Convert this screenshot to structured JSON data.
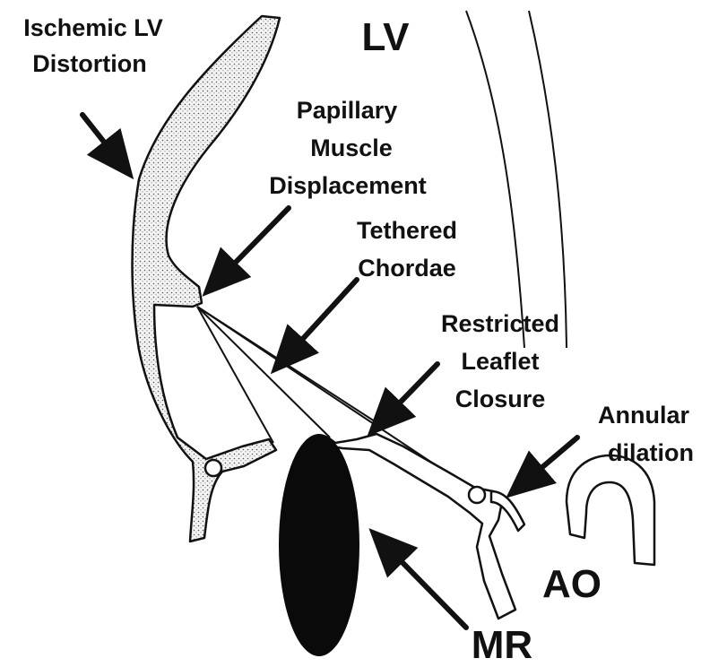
{
  "labels": {
    "lv": "LV",
    "ischemic_line1": "Ischemic LV",
    "ischemic_line2": "Distortion",
    "papillary_line1": "Papillary",
    "papillary_line2": "Muscle",
    "papillary_line3": "Displacement",
    "tethered_line1": "Tethered",
    "tethered_line2": "Chordae",
    "restricted_line1": "Restricted",
    "restricted_line2": "Leaflet",
    "restricted_line3": "Closure",
    "annular_line1": "Annular",
    "annular_line2": "dilation",
    "ao": "AO",
    "mr": "MR"
  }
}
